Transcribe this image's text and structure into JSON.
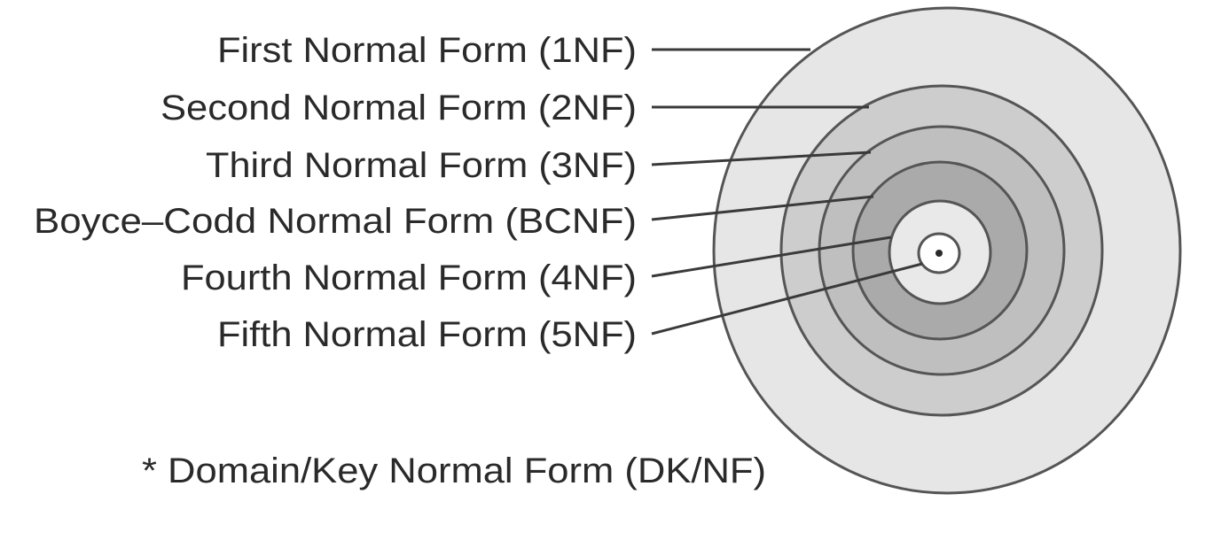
{
  "diagram": {
    "forms": [
      {
        "label": "First Normal Form (1NF)",
        "color": "#e6e6e6"
      },
      {
        "label": "Second Normal Form (2NF)",
        "color": "#cdcdcd"
      },
      {
        "label": "Third Normal Form (3NF)",
        "color": "#bfbfbf"
      },
      {
        "label": "Boyce–Codd Normal Form (BCNF)",
        "color": "#aaaaaa"
      },
      {
        "label": "Fourth Normal Form (4NF)",
        "color": "#e9e9e9"
      },
      {
        "label": "Fifth Normal Form (5NF)",
        "color": "#ffffff"
      }
    ],
    "footnote": "* Domain/Key Normal Form (DK/NF)",
    "outline_color": "#555555",
    "text_color": "#2a2a2a"
  }
}
